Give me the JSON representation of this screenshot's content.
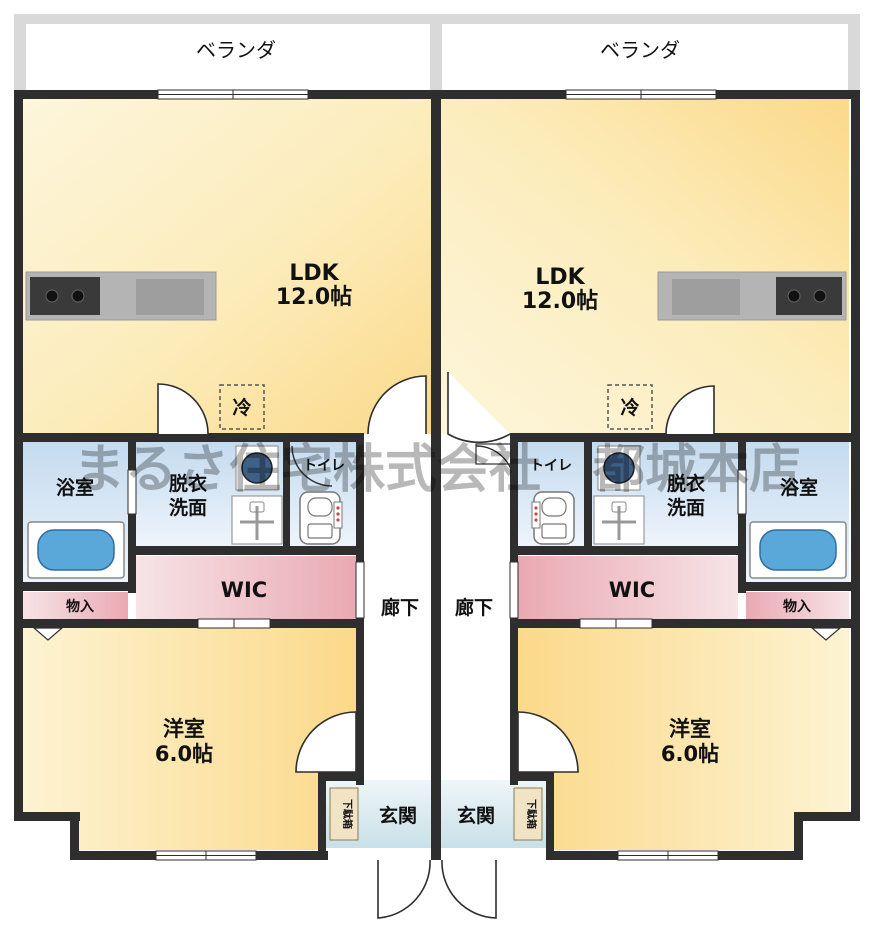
{
  "units": [
    {
      "veranda": "ベランダ",
      "ldk": {
        "name": "LDK",
        "size": "12.0帖"
      },
      "fridge": "冷",
      "bath": "浴室",
      "washroom": {
        "line1": "脱衣",
        "line2": "洗面"
      },
      "toilet": "トイレ",
      "wic": "WIC",
      "storage": "物入",
      "hallway": "廊下",
      "western_room": {
        "name": "洋室",
        "size": "6.0帖"
      },
      "entrance": "玄関",
      "shoe_box": "下駄箱"
    },
    {
      "veranda": "ベランダ",
      "ldk": {
        "name": "LDK",
        "size": "12.0帖"
      },
      "fridge": "冷",
      "bath": "浴室",
      "washroom": {
        "line1": "脱衣",
        "line2": "洗面"
      },
      "toilet": "トイレ",
      "wic": "WIC",
      "storage": "物入",
      "hallway": "廊下",
      "western_room": {
        "name": "洋室",
        "size": "6.0帖"
      },
      "entrance": "玄関",
      "shoe_box": "下駄箱"
    }
  ],
  "watermark": "まるさ住宅株式会社　都城本店",
  "colors": {
    "wall": "#2e2e2e",
    "living_floor_light": "#fdf6dc",
    "living_floor_warm": "#fbd98a",
    "wet_area_light": "#eaf2fa",
    "wet_area_blue": "#b9d3ea",
    "closet_pink": "#f2c6cc",
    "entrance_blue": "#d3e5ec",
    "hall_white": "#ffffff",
    "bathtub": "#5aa7d9"
  }
}
